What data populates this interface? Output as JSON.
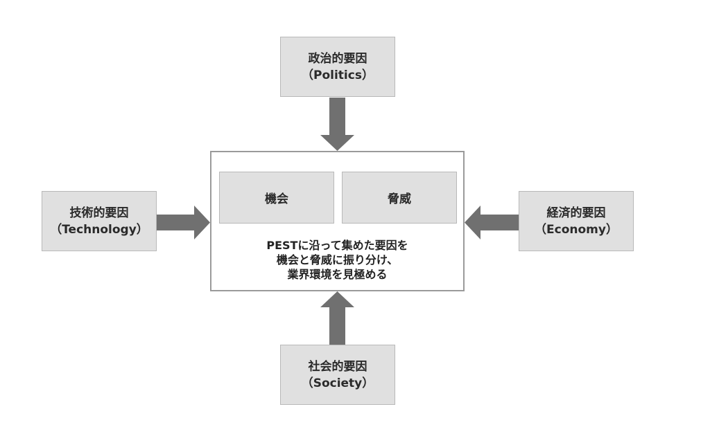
{
  "diagram": {
    "type": "PEST analysis",
    "arrow_color": "#707070",
    "box_fill": "#e0e0e0",
    "factors": {
      "top": {
        "title": "政治的要因",
        "subtitle": "（Politics）"
      },
      "left": {
        "title": "技術的要因",
        "subtitle": "（Technology）"
      },
      "right": {
        "title": "経済的要因",
        "subtitle": "（Economy）"
      },
      "bottom": {
        "title": "社会的要因",
        "subtitle": "（Society）"
      }
    },
    "center": {
      "opportunity": "機会",
      "threat": "脅威",
      "description": [
        "PESTに沿って集めた要因を",
        "機会と脅威に振り分け、",
        "業界環境を見極める"
      ]
    }
  }
}
